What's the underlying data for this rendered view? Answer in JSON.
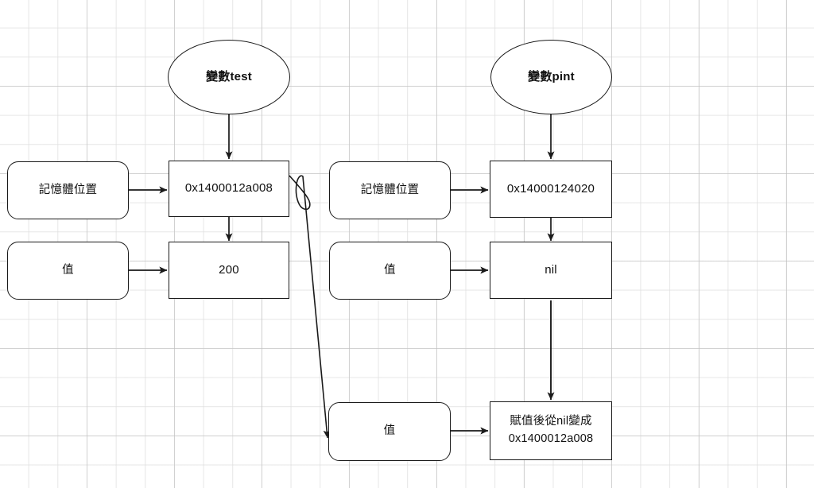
{
  "diagram": {
    "title": "variable memory and pointer assignment diagram",
    "background": {
      "type": "grid",
      "minor_color": "#dedede",
      "major_color": "#bebebe"
    },
    "stroke_color": "#1a1a1a",
    "fill_color": "#ffffff"
  },
  "left_group": {
    "variable_label": "變數test",
    "memory_label": "記憶體位置",
    "memory_value": "0x1400012a008",
    "value_label": "值",
    "value_value": "200"
  },
  "right_group": {
    "variable_label": "變數pint",
    "memory_label": "記憶體位置",
    "memory_value": "0x14000124020",
    "value_label": "值",
    "value_value": "nil",
    "assigned_value_label": "值",
    "assigned_value_value": "賦值後從nil變成\n0x1400012a008"
  },
  "edges": [
    {
      "name": "test-ellipse-to-address",
      "from": "變數test",
      "to": "0x1400012a008"
    },
    {
      "name": "test-memory-label-to-address",
      "from": "記憶體位置",
      "to": "0x1400012a008"
    },
    {
      "name": "test-address-to-value",
      "from": "0x1400012a008",
      "to": "200"
    },
    {
      "name": "test-value-label-to-value",
      "from": "值",
      "to": "200"
    },
    {
      "name": "pint-ellipse-to-address",
      "from": "變數pint",
      "to": "0x14000124020"
    },
    {
      "name": "pint-memory-label-to-address",
      "from": "記憶體位置",
      "to": "0x14000124020"
    },
    {
      "name": "pint-address-to-value",
      "from": "0x14000124020",
      "to": "nil"
    },
    {
      "name": "pint-value-label-to-value",
      "from": "值",
      "to": "nil"
    },
    {
      "name": "pint-nil-to-assigned",
      "from": "nil",
      "to": "賦值後從nil變成 0x1400012a008"
    },
    {
      "name": "pint-assigned-label-to-assigned",
      "from": "值",
      "to": "賦值後從nil變成 0x1400012a008"
    },
    {
      "name": "test-address-to-assigned-value-label",
      "from": "0x1400012a008",
      "to": "值"
    }
  ]
}
